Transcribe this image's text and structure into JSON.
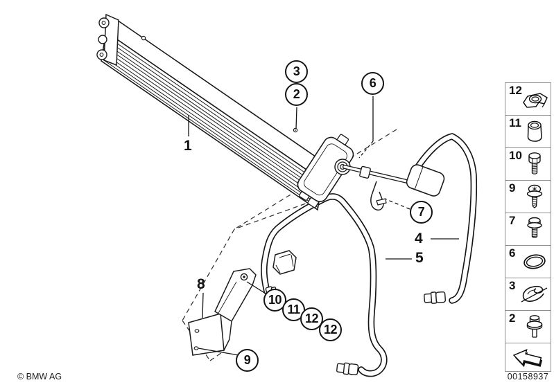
{
  "diagram": {
    "background_color": "#ffffff",
    "line_color": "#1b1b1b"
  },
  "callouts": {
    "circled": [
      {
        "label": "3"
      },
      {
        "label": "2"
      },
      {
        "label": "6"
      },
      {
        "label": "7"
      },
      {
        "label": "10"
      },
      {
        "label": "11"
      },
      {
        "label": "12"
      },
      {
        "label": "12"
      },
      {
        "label": "9"
      }
    ],
    "plain": [
      {
        "label": "1"
      },
      {
        "label": "4"
      },
      {
        "label": "5"
      },
      {
        "label": "8"
      }
    ]
  },
  "legend": {
    "items": [
      {
        "number": "12",
        "icon": "hose-clamp-icon"
      },
      {
        "number": "11",
        "icon": "sleeve-icon"
      },
      {
        "number": "10",
        "icon": "hex-bolt-icon"
      },
      {
        "number": "9",
        "icon": "torx-screw-icon"
      },
      {
        "number": "7",
        "icon": "flange-bolt-icon"
      },
      {
        "number": "6",
        "icon": "o-ring-icon"
      },
      {
        "number": "3",
        "icon": "spring-clip-icon"
      },
      {
        "number": "2",
        "icon": "washer-bolt-icon"
      }
    ],
    "nav_arrow_icon": "back-arrow-icon"
  },
  "footer": {
    "copyright": "© BMW AG",
    "diagram_number": "00158937"
  }
}
